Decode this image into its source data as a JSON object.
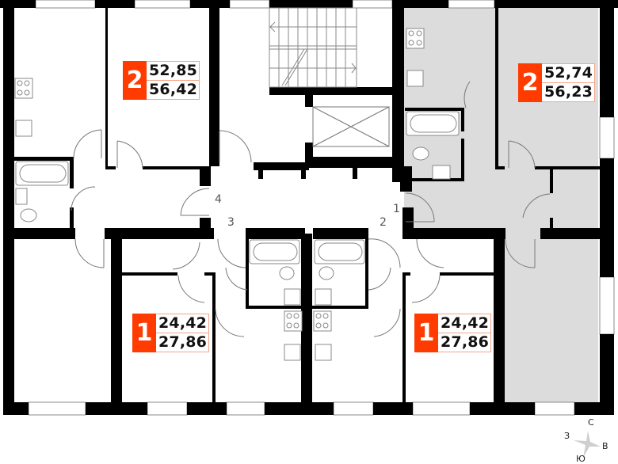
{
  "plan": {
    "title": "Floor plan",
    "colors": {
      "wall": "#000000",
      "highlight_fill": "#dcdcdc",
      "badge": "#ff3b00",
      "badge_border": "#f3a58a",
      "fixture_line": "#888888"
    },
    "apartments": [
      {
        "id": "apt-top-left",
        "rooms": "2",
        "living_area": "52,85",
        "total_area": "56,42",
        "highlighted": false
      },
      {
        "id": "apt-top-right",
        "rooms": "2",
        "living_area": "52,74",
        "total_area": "56,23",
        "highlighted": true
      },
      {
        "id": "apt-bottom-left",
        "rooms": "1",
        "living_area": "24,42",
        "total_area": "27,86",
        "highlighted": false
      },
      {
        "id": "apt-bottom-right",
        "rooms": "1",
        "living_area": "24,42",
        "total_area": "27,86",
        "highlighted": false
      }
    ],
    "entrance_numbers": [
      "1",
      "2",
      "3",
      "4"
    ],
    "compass": {
      "north": "С",
      "west": "З",
      "east": "В",
      "south": "Ю"
    }
  }
}
